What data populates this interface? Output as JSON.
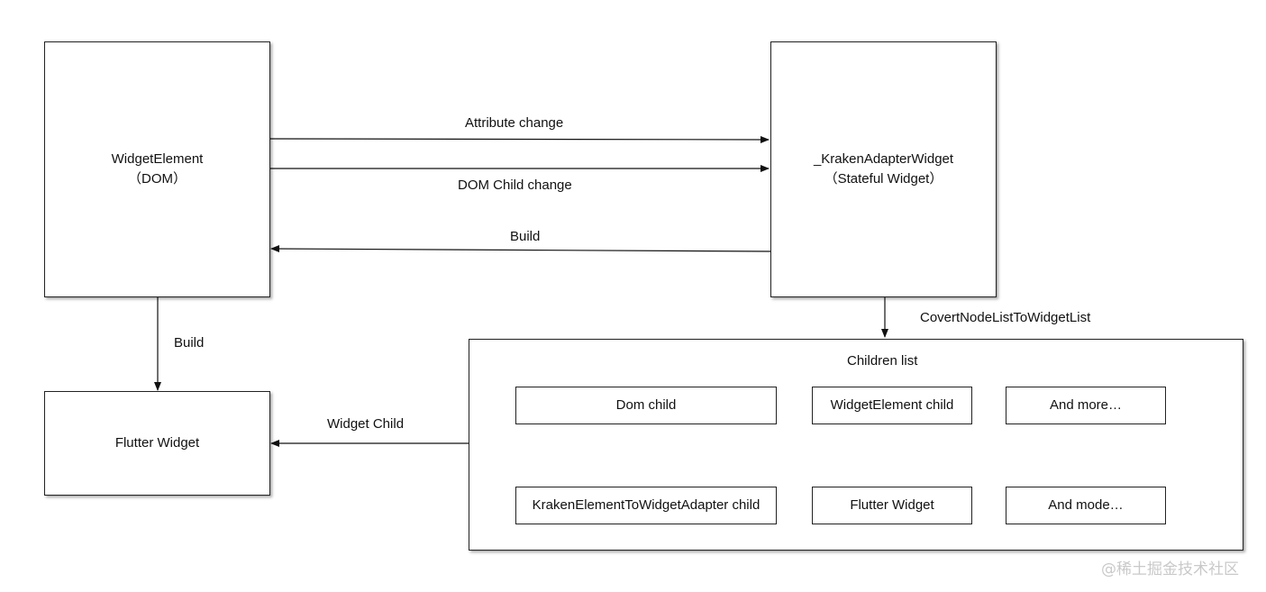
{
  "boxes": {
    "widget_element": {
      "title": "WidgetElement",
      "subtitle": "（DOM）"
    },
    "kraken_adapter": {
      "title": "_KrakenAdapterWidget",
      "subtitle": "（Stateful Widget）"
    },
    "flutter_widget": {
      "title": "Flutter Widget"
    },
    "children_list": {
      "title": "Children list",
      "items": {
        "dom_child": "Dom child",
        "widget_element_child": "WidgetElement child",
        "and_more": "And more…",
        "kraken_to_widget_child": "KrakenElementToWidgetAdapter child",
        "flutter_widget": "Flutter Widget",
        "and_mode": "And mode…"
      }
    }
  },
  "edges": {
    "attribute_change": "Attribute change",
    "dom_child_change": "DOM Child change",
    "build_back": "Build",
    "build_down": "Build",
    "covert": "CovertNodeListToWidgetList",
    "widget_child": "Widget Child"
  },
  "watermark": "@稀土掘金技术社区"
}
